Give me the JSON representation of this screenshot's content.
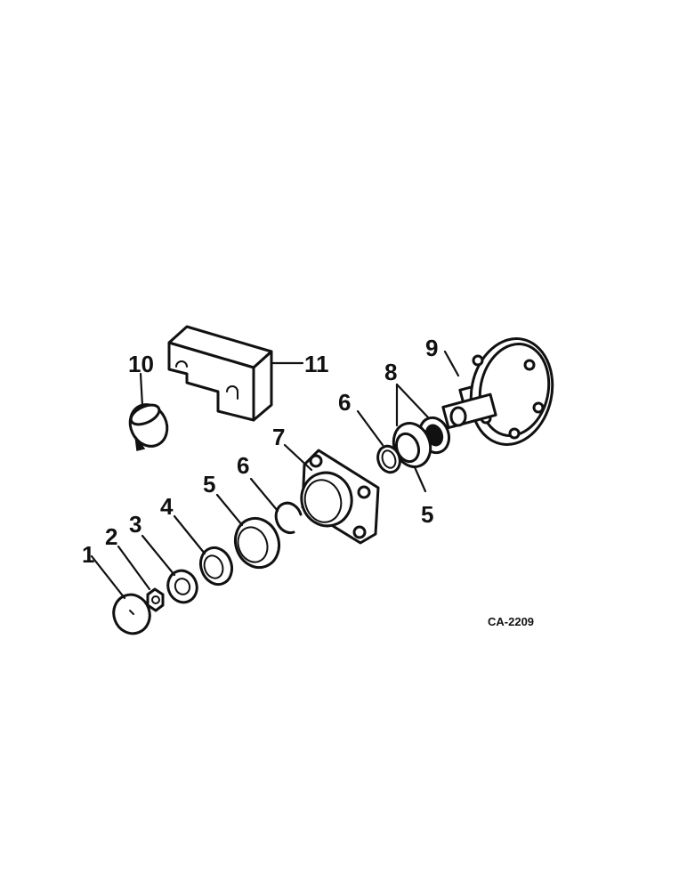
{
  "callouts": {
    "c1": "1",
    "c2": "2",
    "c3": "3",
    "c4": "4",
    "c5a": "5",
    "c6a": "6",
    "c7": "7",
    "c6b": "6",
    "c8": "8",
    "c5b": "5",
    "c9": "9",
    "c10": "10",
    "c11": "11"
  },
  "drawing_code": "CA-2209"
}
